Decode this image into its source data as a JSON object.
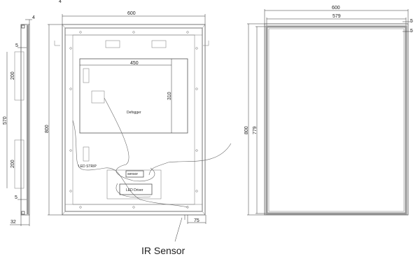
{
  "side_view": {
    "dim_top": "4",
    "dim_gap_top": "5",
    "dim_bracket_1": "200",
    "dim_span": "570",
    "dim_bracket_2": "200",
    "dim_gap_bottom": "5",
    "dim_depth": "32"
  },
  "back_view": {
    "dim_width": "600",
    "dim_height": "800",
    "dim_defogger_width": "450",
    "dim_defogger_height": "310",
    "dim_offset": "75",
    "defogger_label": "Defogger",
    "led_strip_label": "LED STRIP",
    "sensor_label": "sensor",
    "driver_label": "LED Driver",
    "callout": "IR Sensor",
    "top_cut_label": "4"
  },
  "front_view": {
    "dim_width": "600",
    "dim_inner_width": "579",
    "dim_height": "800",
    "dim_inner_height": "779",
    "dim_border_1": "5",
    "dim_border_2": "5"
  }
}
